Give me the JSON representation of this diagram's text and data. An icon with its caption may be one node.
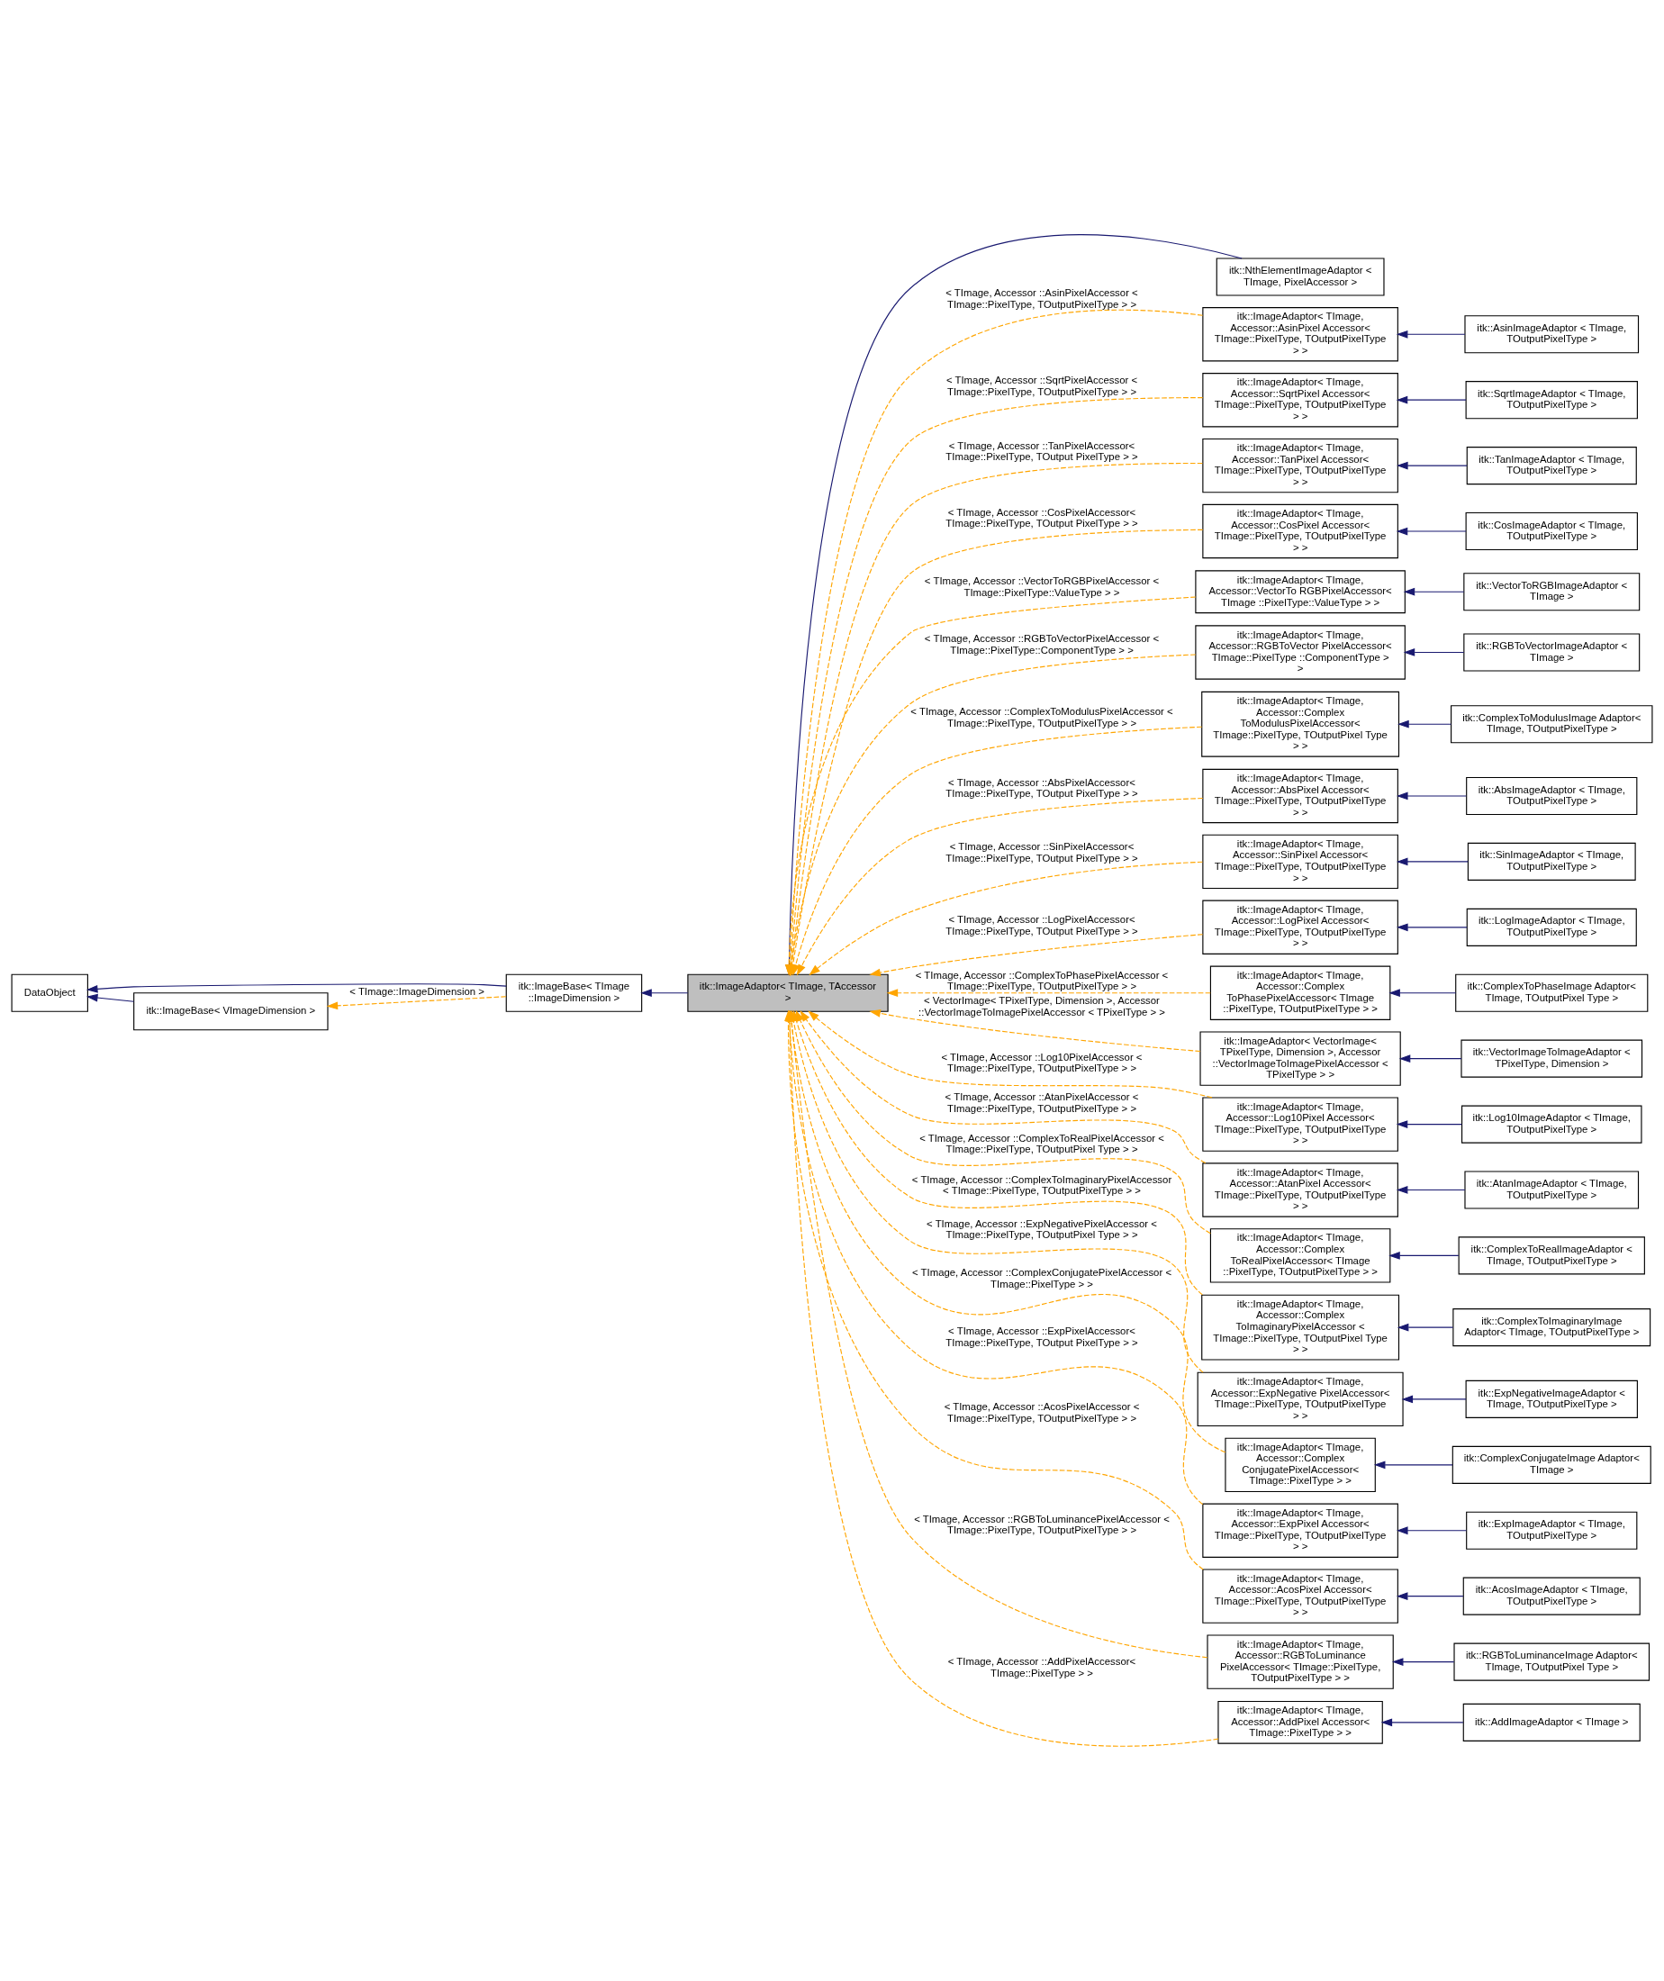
{
  "diagram": {
    "nodes": [
      {
        "text": [
          "DataObject"
        ]
      },
      {
        "text": [
          "itk::ImageBase< VImageDimension >"
        ]
      },
      {
        "text": [
          "itk::ImageBase< TImage ::ImageDimension >"
        ]
      },
      {
        "text": [
          "itk::ImageAdaptor< TImage, TAccessor >"
        ]
      },
      {
        "text": [
          "itk::NthElementImageAdaptor < TImage, PixelAccessor >"
        ]
      },
      {
        "text": [
          "itk::ImageAdaptor< TImage, Accessor::AsinPixel Accessor< TImage::PixelType, TOutputPixelType > >"
        ]
      },
      {
        "text": [
          "itk::AsinImageAdaptor < TImage, TOutputPixelType >"
        ]
      },
      {
        "text": [
          "itk::ImageAdaptor< TImage, Accessor::SqrtPixel Accessor< TImage::PixelType, TOutputPixelType > >"
        ]
      },
      {
        "text": [
          "itk::SqrtImageAdaptor < TImage, TOutputPixelType >"
        ]
      },
      {
        "text": [
          "itk::ImageAdaptor< TImage, Accessor::TanPixel Accessor< TImage::PixelType, TOutputPixelType > >"
        ]
      },
      {
        "text": [
          "itk::TanImageAdaptor < TImage, TOutputPixelType >"
        ]
      },
      {
        "text": [
          "itk::ImageAdaptor< TImage, Accessor::CosPixel Accessor< TImage::PixelType, TOutputPixelType > >"
        ]
      },
      {
        "text": [
          "itk::CosImageAdaptor < TImage, TOutputPixelType >"
        ]
      },
      {
        "text": [
          "itk::ImageAdaptor< TImage, Accessor::VectorTo RGBPixelAccessor< TImage ::PixelType::ValueType > >"
        ]
      },
      {
        "text": [
          "itk::VectorToRGBImageAdaptor < TImage >"
        ]
      },
      {
        "text": [
          "itk::ImageAdaptor< TImage, Accessor::RGBToVector PixelAccessor< TImage::PixelType ::ComponentType > >"
        ]
      },
      {
        "text": [
          "itk::RGBToVectorImageAdaptor < TImage >"
        ]
      },
      {
        "text": [
          "itk::ImageAdaptor< TImage, Accessor::Complex ToModulusPixelAccessor< TImage::PixelType, TOutputPixel Type > >"
        ]
      },
      {
        "text": [
          "itk::ComplexToModulusImage Adaptor< TImage, TOutputPixelType >"
        ]
      },
      {
        "text": [
          "itk::ImageAdaptor< TImage, Accessor::AbsPixel Accessor< TImage::PixelType, TOutputPixelType > >"
        ]
      },
      {
        "text": [
          "itk::AbsImageAdaptor < TImage, TOutputPixelType >"
        ]
      },
      {
        "text": [
          "itk::ImageAdaptor< TImage, Accessor::SinPixel Accessor< TImage::PixelType, TOutputPixelType > >"
        ]
      },
      {
        "text": [
          "itk::SinImageAdaptor < TImage, TOutputPixelType >"
        ]
      },
      {
        "text": [
          "itk::ImageAdaptor< TImage, Accessor::LogPixel Accessor< TImage::PixelType, TOutputPixelType > >"
        ]
      },
      {
        "text": [
          "itk::LogImageAdaptor < TImage, TOutputPixelType >"
        ]
      },
      {
        "text": [
          "itk::ImageAdaptor< TImage, Accessor::Complex ToPhasePixelAccessor< TImage ::PixelType, TOutputPixelType > >"
        ]
      },
      {
        "text": [
          "itk::ComplexToPhaseImage Adaptor< TImage, TOutputPixel Type >"
        ]
      },
      {
        "text": [
          "itk::ImageAdaptor< VectorImage< TPixelType, Dimension >, Accessor ::VectorImageToImagePixelAccessor < TPixelType > >"
        ]
      },
      {
        "text": [
          "itk::VectorImageToImageAdaptor < TPixelType, Dimension >"
        ]
      },
      {
        "text": [
          "itk::ImageAdaptor< TImage, Accessor::Log10Pixel Accessor< TImage::PixelType, TOutputPixelType > >"
        ]
      },
      {
        "text": [
          "itk::Log10ImageAdaptor < TImage, TOutputPixelType >"
        ]
      },
      {
        "text": [
          "itk::ImageAdaptor< TImage, Accessor::AtanPixel Accessor< TImage::PixelType, TOutputPixelType > >"
        ]
      },
      {
        "text": [
          "itk::AtanImageAdaptor < TImage, TOutputPixelType >"
        ]
      },
      {
        "text": [
          "itk::ImageAdaptor< TImage, Accessor::Complex ToRealPixelAccessor< TImage ::PixelType, TOutputPixelType > >"
        ]
      },
      {
        "text": [
          "itk::ComplexToRealImageAdaptor < TImage, TOutputPixelType >"
        ]
      },
      {
        "text": [
          "itk::ImageAdaptor< TImage, Accessor::Complex ToImaginaryPixelAccessor < TImage::PixelType, TOutputPixel Type > >"
        ]
      },
      {
        "text": [
          "itk::ComplexToImaginaryImage Adaptor< TImage, TOutputPixelType >"
        ]
      },
      {
        "text": [
          "itk::ImageAdaptor< TImage, Accessor::ExpNegative PixelAccessor< TImage::PixelType, TOutputPixelType > >"
        ]
      },
      {
        "text": [
          "itk::ExpNegativeImageAdaptor < TImage, TOutputPixelType >"
        ]
      },
      {
        "text": [
          "itk::ImageAdaptor< TImage, Accessor::Complex ConjugatePixelAccessor< TImage::PixelType > >"
        ]
      },
      {
        "text": [
          "itk::ComplexConjugateImage Adaptor< TImage >"
        ]
      },
      {
        "text": [
          "itk::ImageAdaptor< TImage, Accessor::ExpPixel Accessor< TImage::PixelType, TOutputPixelType > >"
        ]
      },
      {
        "text": [
          "itk::ExpImageAdaptor < TImage, TOutputPixelType >"
        ]
      },
      {
        "text": [
          "itk::ImageAdaptor< TImage, Accessor::AcosPixel Accessor< TImage::PixelType, TOutputPixelType > >"
        ]
      },
      {
        "text": [
          "itk::AcosImageAdaptor < TImage, TOutputPixelType >"
        ]
      },
      {
        "text": [
          "itk::ImageAdaptor< TImage, Accessor::RGBToLuminance PixelAccessor< TImage::PixelType, TOutputPixelType > >"
        ]
      },
      {
        "text": [
          "itk::RGBToLuminanceImage Adaptor< TImage, TOutputPixel Type >"
        ]
      },
      {
        "text": [
          "itk::ImageAdaptor< TImage, Accessor::AddPixel Accessor< TImage::PixelType > >"
        ]
      },
      {
        "text": [
          "itk::AddImageAdaptor < TImage >"
        ]
      }
    ],
    "edges": [
      {
        "from": 1,
        "to": 0,
        "arrow": "to"
      },
      {
        "from": 2,
        "to": 0,
        "arrow": "to"
      },
      {
        "from": 2,
        "to": 1,
        "arrow": "to",
        "label": "< TImage::ImageDimension >",
        "style": "dashed",
        "color": "#ffa500"
      },
      {
        "from": 3,
        "to": 2,
        "arrow": "to"
      },
      {
        "from": 4,
        "to": 3,
        "arrow": "to"
      },
      {
        "from": 5,
        "to": 3,
        "arrow": "to",
        "label": "< TImage, Accessor ::AsinPixelAccessor < TImage::PixelType, TOutputPixelType > >",
        "style": "dashed",
        "color": "#ffa500"
      },
      {
        "from": 6,
        "to": 5,
        "arrow": "to"
      },
      {
        "from": 7,
        "to": 3,
        "arrow": "to",
        "label": "< TImage, Accessor ::SqrtPixelAccessor < TImage::PixelType, TOutputPixelType > >",
        "style": "dashed",
        "color": "#ffa500"
      },
      {
        "from": 8,
        "to": 7,
        "arrow": "to"
      },
      {
        "from": 9,
        "to": 3,
        "arrow": "to",
        "label": "< TImage, Accessor ::TanPixelAccessor< TImage::PixelType, TOutput PixelType > >",
        "style": "dashed",
        "color": "#ffa500"
      },
      {
        "from": 10,
        "to": 9,
        "arrow": "to"
      },
      {
        "from": 11,
        "to": 3,
        "arrow": "to",
        "label": "< TImage, Accessor ::CosPixelAccessor< TImage::PixelType, TOutput PixelType > >",
        "style": "dashed",
        "color": "#ffa500"
      },
      {
        "from": 12,
        "to": 11,
        "arrow": "to"
      },
      {
        "from": 13,
        "to": 3,
        "arrow": "to",
        "label": "< TImage, Accessor ::VectorToRGBPixelAccessor < TImage::PixelType::ValueType > >",
        "style": "dashed",
        "color": "#ffa500"
      },
      {
        "from": 14,
        "to": 13,
        "arrow": "to"
      },
      {
        "from": 15,
        "to": 3,
        "arrow": "to",
        "label": "< TImage, Accessor ::RGBToVectorPixelAccessor < TImage::PixelType::ComponentType > >",
        "style": "dashed",
        "color": "#ffa500"
      },
      {
        "from": 16,
        "to": 15,
        "arrow": "to"
      },
      {
        "from": 17,
        "to": 3,
        "arrow": "to",
        "label": "< TImage, Accessor ::ComplexToModulusPixelAccessor < TImage::PixelType, TOutputPixelType > >",
        "style": "dashed",
        "color": "#ffa500"
      },
      {
        "from": 18,
        "to": 17,
        "arrow": "to"
      },
      {
        "from": 19,
        "to": 3,
        "arrow": "to",
        "label": "< TImage, Accessor ::AbsPixelAccessor< TImage::PixelType, TOutput PixelType > >",
        "style": "dashed",
        "color": "#ffa500"
      },
      {
        "from": 20,
        "to": 19,
        "arrow": "to"
      },
      {
        "from": 21,
        "to": 3,
        "arrow": "to",
        "label": "< TImage, Accessor ::SinPixelAccessor< TImage::PixelType, TOutput PixelType > >",
        "style": "dashed",
        "color": "#ffa500"
      },
      {
        "from": 22,
        "to": 21,
        "arrow": "to"
      },
      {
        "from": 23,
        "to": 3,
        "arrow": "to",
        "label": "< TImage, Accessor ::LogPixelAccessor< TImage::PixelType, TOutput PixelType > >",
        "style": "dashed",
        "color": "#ffa500"
      },
      {
        "from": 24,
        "to": 23,
        "arrow": "to"
      },
      {
        "from": 25,
        "to": 3,
        "arrow": "to",
        "label": "< TImage, Accessor ::ComplexToPhasePixelAccessor < TImage::PixelType, TOutputPixelType > >",
        "style": "dashed",
        "color": "#ffa500"
      },
      {
        "from": 26,
        "to": 25,
        "arrow": "to"
      },
      {
        "from": 27,
        "to": 3,
        "arrow": "to",
        "label": "< VectorImage< TPixelType, Dimension >, Accessor ::VectorImageToImagePixelAccessor < TPixelType > >",
        "style": "dashed",
        "color": "#ffa500"
      },
      {
        "from": 28,
        "to": 27,
        "arrow": "to"
      },
      {
        "from": 29,
        "to": 3,
        "arrow": "to",
        "label": "< TImage, Accessor ::Log10PixelAccessor < TImage::PixelType, TOutputPixelType > >",
        "style": "dashed",
        "color": "#ffa500"
      },
      {
        "from": 30,
        "to": 29,
        "arrow": "to"
      },
      {
        "from": 31,
        "to": 3,
        "arrow": "to",
        "label": "< TImage, Accessor ::AtanPixelAccessor < TImage::PixelType, TOutputPixelType > >",
        "style": "dashed",
        "color": "#ffa500"
      },
      {
        "from": 32,
        "to": 31,
        "arrow": "to"
      },
      {
        "from": 33,
        "to": 3,
        "arrow": "to",
        "label": "< TImage, Accessor ::ComplexToRealPixelAccessor < TImage::PixelType, TOutputPixel Type > >",
        "style": "dashed",
        "color": "#ffa500"
      },
      {
        "from": 34,
        "to": 33,
        "arrow": "to"
      },
      {
        "from": 35,
        "to": 3,
        "arrow": "to",
        "label": "< TImage, Accessor ::ComplexToImaginaryPixelAccessor < TImage::PixelType, TOutputPixelType > >",
        "style": "dashed",
        "color": "#ffa500"
      },
      {
        "from": 36,
        "to": 35,
        "arrow": "to"
      },
      {
        "from": 37,
        "to": 3,
        "arrow": "to",
        "label": "< TImage, Accessor ::ExpNegativePixelAccessor < TImage::PixelType, TOutputPixel Type > >",
        "style": "dashed",
        "color": "#ffa500"
      },
      {
        "from": 38,
        "to": 37,
        "arrow": "to"
      },
      {
        "from": 39,
        "to": 3,
        "arrow": "to",
        "label": "< TImage, Accessor ::ComplexConjugatePixelAccessor < TImage::PixelType > >",
        "style": "dashed",
        "color": "#ffa500"
      },
      {
        "from": 40,
        "to": 39,
        "arrow": "to"
      },
      {
        "from": 41,
        "to": 3,
        "arrow": "to",
        "label": "< TImage, Accessor ::ExpPixelAccessor< TImage::PixelType, TOutput PixelType > >",
        "style": "dashed",
        "color": "#ffa500"
      },
      {
        "from": 42,
        "to": 41,
        "arrow": "to"
      },
      {
        "from": 43,
        "to": 3,
        "arrow": "to",
        "label": "< TImage, Accessor ::AcosPixelAccessor < TImage::PixelType, TOutputPixelType > >",
        "style": "dashed",
        "color": "#ffa500"
      },
      {
        "from": 44,
        "to": 43,
        "arrow": "to"
      },
      {
        "from": 45,
        "to": 3,
        "arrow": "to",
        "label": "< TImage, Accessor ::RGBToLuminancePixelAccessor < TImage::PixelType, TOutputPixelType > >",
        "style": "dashed",
        "color": "#ffa500"
      },
      {
        "from": 46,
        "to": 45,
        "arrow": "to"
      },
      {
        "from": 47,
        "to": 3,
        "arrow": "to",
        "label": "< TImage, Accessor ::AddPixelAccessor< TImage::PixelType > >",
        "style": "dashed",
        "color": "#ffa500"
      },
      {
        "from": 48,
        "to": 47,
        "arrow": "to"
      }
    ]
  }
}
